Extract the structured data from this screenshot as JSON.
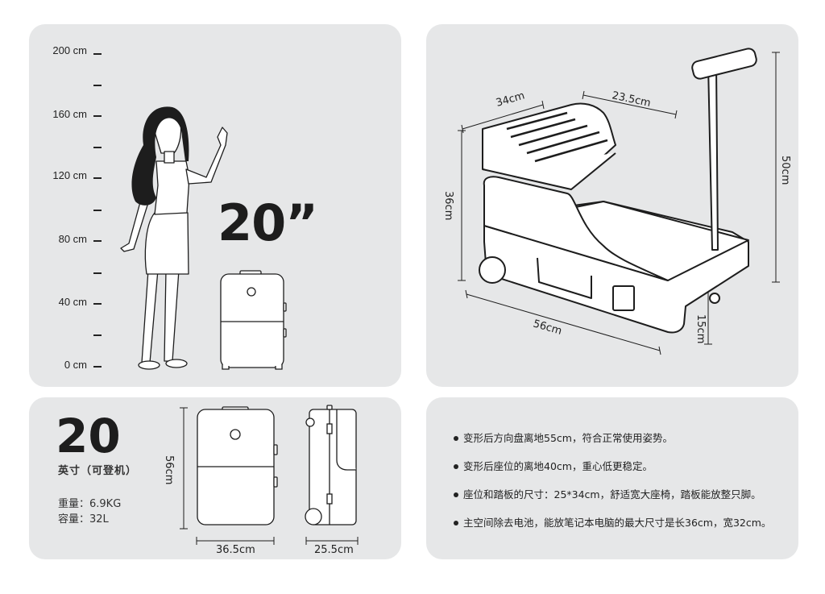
{
  "height_chart": {
    "labels": [
      "200 cm",
      "160 cm",
      "120 cm",
      "80 cm",
      "40 cm",
      "0 cm"
    ],
    "size_label": "20”"
  },
  "dimensions_3d": {
    "seat_width": "34cm",
    "seat_depth": "23.5cm",
    "seat_height": "36cm",
    "handle_height": "50cm",
    "length": "56cm",
    "base_height": "15cm"
  },
  "spec_card": {
    "size_number": "20",
    "size_unit": "英寸（可登机）",
    "weight": "重量：6.9KG",
    "capacity": "容量：32L",
    "height_dim": "56cm",
    "front_width_dim": "36.5cm",
    "side_depth_dim": "25.5cm"
  },
  "features": [
    "变形后方向盘离地55cm，符合正常使用姿势。",
    "变形后座位的离地40cm，重心低更稳定。",
    "座位和踏板的尺寸：25*34cm，舒适宽大座椅，踏板能放整只脚。",
    "主空间除去电池，能放笔记本电脑的最大尺寸是长36cm，宽32cm。"
  ],
  "colors": {
    "panel_bg": "#e6e7e8",
    "ink": "#1d1d1d",
    "page_bg": "#ffffff"
  }
}
